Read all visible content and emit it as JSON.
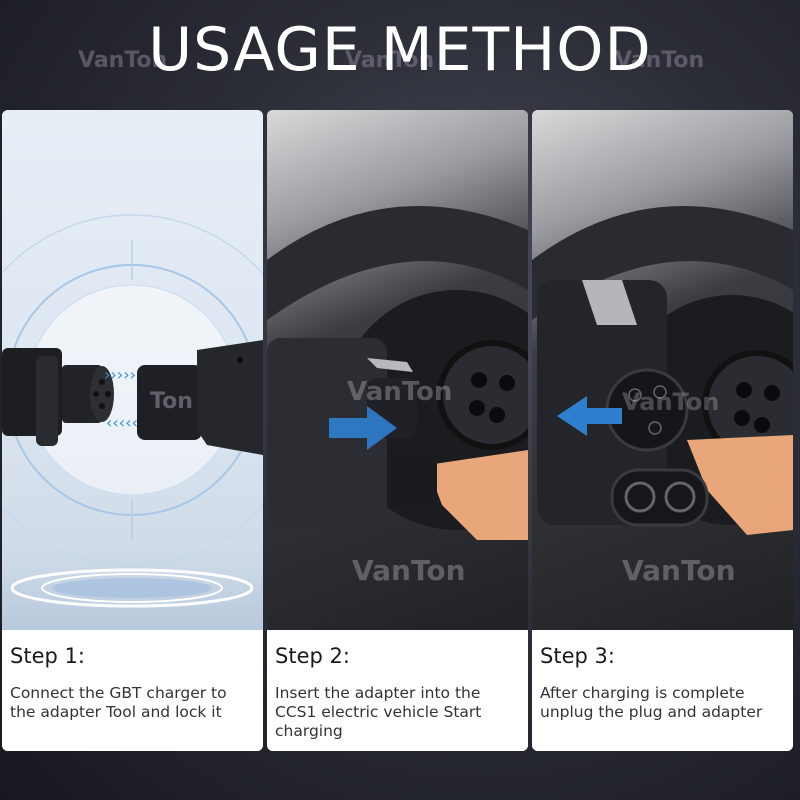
{
  "header": {
    "title": "USAGE METHOD",
    "watermark": "VanTon"
  },
  "steps": [
    {
      "label": "Step 1:",
      "description": "Connect the GBT charger to the adapter Tool and lock it",
      "image_subject": "GBT charger plug aligning with adapter, blue double arrows",
      "arrow_color": "#3a8fe0"
    },
    {
      "label": "Step 2:",
      "description": "Insert the adapter into the CCS1 electric vehicle Start charging",
      "image_subject": "adapter inserting into CCS1 vehicle charging port, blue arrow pointing right",
      "arrow_color": "#2f7fd0"
    },
    {
      "label": "Step 3:",
      "description": "After charging is complete unplug the plug and adapter",
      "image_subject": "adapter being removed from vehicle port, blue arrow pointing left",
      "arrow_color": "#2f7fd0"
    }
  ],
  "colors": {
    "background": "#2c2e38",
    "caption_bg": "#ffffff",
    "title": "#ffffff",
    "port_orange": "#e8a67a"
  }
}
